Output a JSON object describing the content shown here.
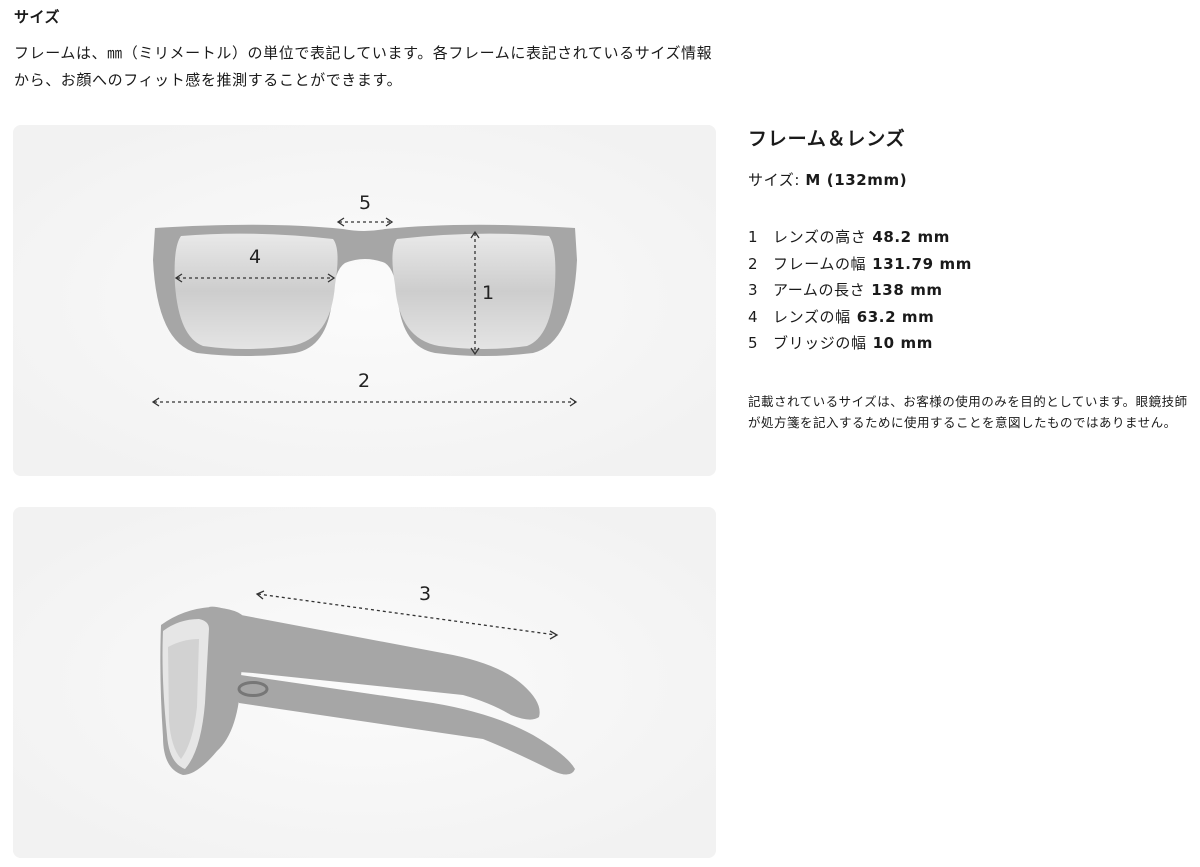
{
  "heading": "サイズ",
  "intro": "フレームは、㎜（ミリメートル）の単位で表記しています。各フレームに表記されているサイズ情報から、お顔へのフィット感を推測することができます。",
  "specs": {
    "title": "フレーム＆レンズ",
    "size_label": "サイズ:",
    "size_value": "M (132mm)",
    "measurements": [
      {
        "num": "1",
        "label": "レンズの高さ",
        "value": "48.2 mm"
      },
      {
        "num": "2",
        "label": "フレームの幅",
        "value": "131.79 mm"
      },
      {
        "num": "3",
        "label": "アームの長さ",
        "value": "138 mm"
      },
      {
        "num": "4",
        "label": "レンズの幅",
        "value": "63.2 mm"
      },
      {
        "num": "5",
        "label": "ブリッジの幅",
        "value": "10 mm"
      }
    ],
    "disclaimer": "記載されているサイズは、お客様の使用のみを目的としています。眼鏡技師が処方箋を記入するために使用することを意図したものではありません。"
  },
  "diagram": {
    "labels": {
      "lens_height": "1",
      "frame_width": "2",
      "arm_length": "3",
      "lens_width": "4",
      "bridge_width": "5"
    },
    "colors": {
      "panel": "#f3f3f3",
      "frame": "#a6a6a6",
      "lens": "#cfcfcf",
      "arrow": "#333333"
    }
  }
}
